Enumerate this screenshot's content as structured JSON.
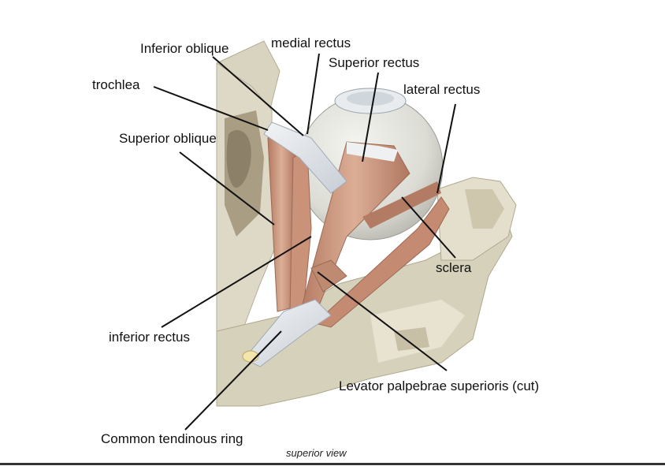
{
  "labels": {
    "inferior_oblique": "Inferior oblique",
    "medial_rectus": "medial rectus",
    "superior_rectus": "Superior rectus",
    "trochlea": "trochlea",
    "lateral_rectus": "lateral rectus",
    "superior_oblique": "Superior oblique",
    "sclera": "sclera",
    "inferior_rectus": "inferior rectus",
    "levator": "Levator palpebrae superioris (cut)",
    "common_ring": "Common tendinous ring"
  },
  "caption": "superior view",
  "colors": {
    "bone": "#ddd8c4",
    "bone_dark": "#b9b29a",
    "muscle": "#d4a188",
    "muscle_dark": "#a86e58",
    "eyeball": "#e6e6e0",
    "tendon": "#dfe3e8",
    "leader": "#111111"
  }
}
